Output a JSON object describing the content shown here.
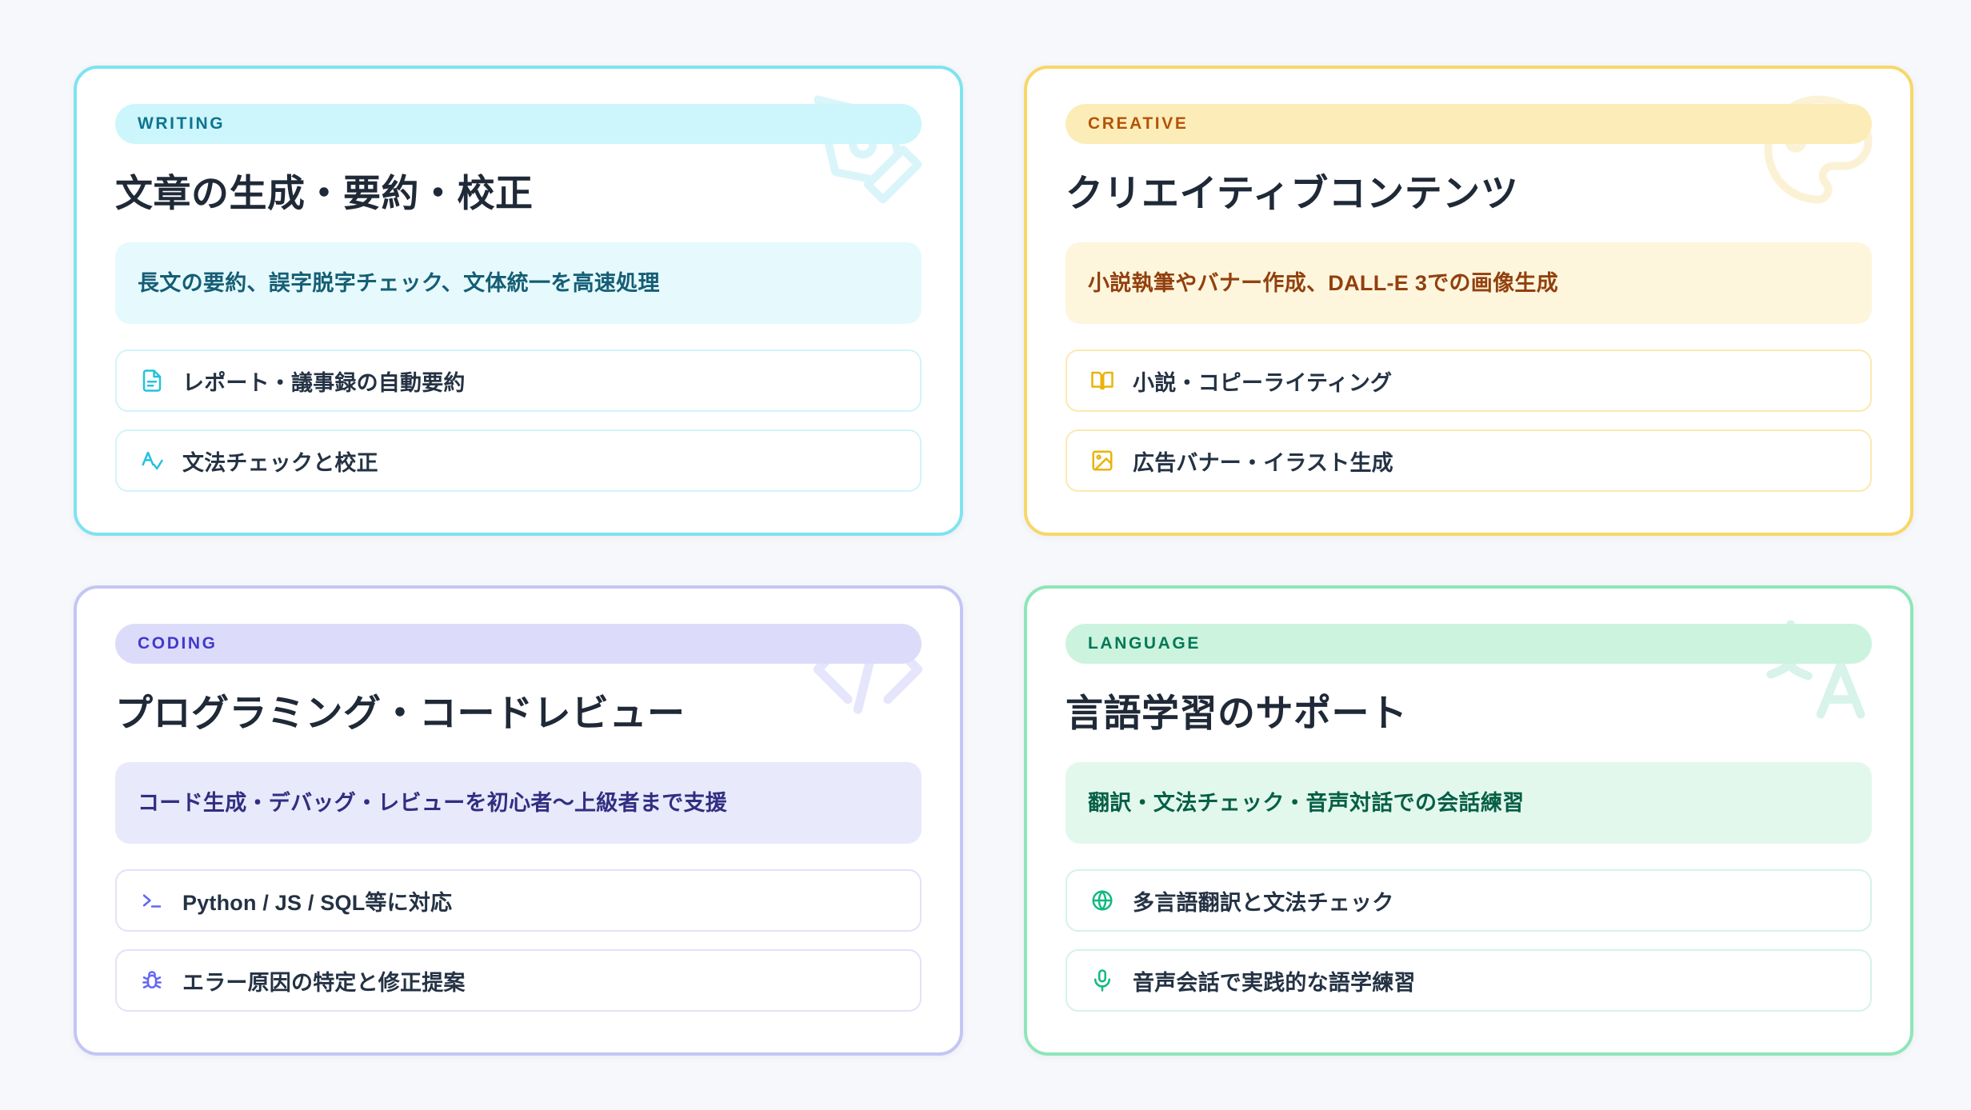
{
  "cards": [
    {
      "id": "writing",
      "badge": "WRITING",
      "title": "文章の生成・要約・校正",
      "description": "長文の要約、誤字脱字チェック、文体統一を高速処理",
      "watermark_icon": "pen-watermark-icon",
      "accent_color": "#7fe3ef",
      "badge_bg": "#ccf6fb",
      "badge_fg": "#0e7490",
      "items": [
        {
          "icon": "document-icon",
          "label": "レポート・議事録の自動要約"
        },
        {
          "icon": "spellcheck-icon",
          "label": "文法チェックと校正"
        }
      ]
    },
    {
      "id": "creative",
      "badge": "CREATIVE",
      "title": "クリエイティブコンテンツ",
      "description": "小説執筆やバナー作成、DALL-E 3での画像生成",
      "watermark_icon": "palette-watermark-icon",
      "accent_color": "#f7d768",
      "badge_bg": "#fcedb8",
      "badge_fg": "#b45309",
      "items": [
        {
          "icon": "book-icon",
          "label": "小説・コピーライティング"
        },
        {
          "icon": "image-icon",
          "label": "広告バナー・イラスト生成"
        }
      ]
    },
    {
      "id": "coding",
      "badge": "CODING",
      "title": "プログラミング・コードレビュー",
      "description": "コード生成・デバッグ・レビューを初心者〜上級者まで支援",
      "watermark_icon": "code-watermark-icon",
      "accent_color": "#c3c6f5",
      "badge_bg": "#dcdcfa",
      "badge_fg": "#4338ca",
      "items": [
        {
          "icon": "terminal-icon",
          "label": "Python / JS / SQL等に対応"
        },
        {
          "icon": "bug-icon",
          "label": "エラー原因の特定と修正提案"
        }
      ]
    },
    {
      "id": "language",
      "badge": "LANGUAGE",
      "title": "言語学習のサポート",
      "description": "翻訳・文法チェック・音声対話での会話練習",
      "watermark_icon": "translate-watermark-icon",
      "accent_color": "#8ee6b8",
      "badge_bg": "#ccf3de",
      "badge_fg": "#047857",
      "items": [
        {
          "icon": "globe-icon",
          "label": "多言語翻訳と文法チェック"
        },
        {
          "icon": "microphone-icon",
          "label": "音声会話で実践的な語学練習"
        }
      ]
    }
  ]
}
